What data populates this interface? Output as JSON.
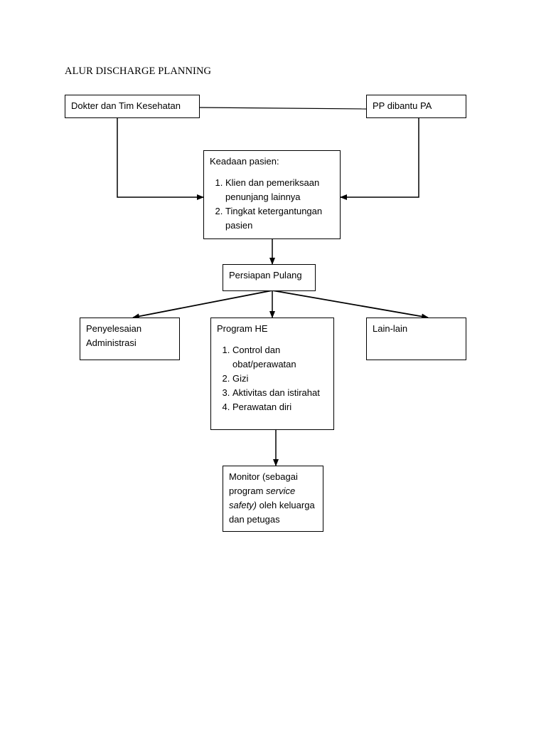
{
  "title": "ALUR DISCHARGE PLANNING",
  "nodes": {
    "dokter": {
      "label": "Dokter dan Tim Kesehatan"
    },
    "pp": {
      "label": "PP dibantu PA"
    },
    "keadaan": {
      "label": "Keadaan pasien:",
      "items": [
        "Klien dan pemeriksaan penunjang lainnya",
        "Tingkat ketergantungan pasien"
      ]
    },
    "persiapan": {
      "label": "Persiapan Pulang"
    },
    "penyelesaian": {
      "label": "Penyelesaian Administrasi"
    },
    "program": {
      "label": "Program HE",
      "items": [
        "Control dan obat/perawatan",
        "Gizi",
        "Aktivitas dan istirahat",
        "Perawatan diri"
      ]
    },
    "lain": {
      "label": "Lain-lain"
    },
    "monitor": {
      "label_part1": "Monitor (sebagai program ",
      "label_italic": "service safety)",
      "label_part2": " oleh keluarga dan petugas"
    }
  }
}
